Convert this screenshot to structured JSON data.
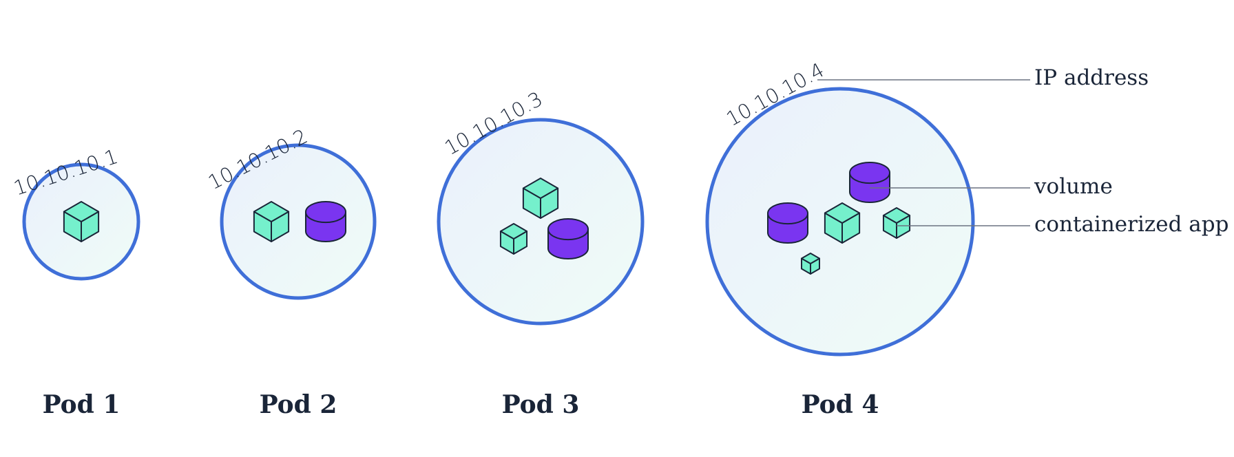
{
  "colors": {
    "pod_border": "#3f6fd8",
    "pod_fill_start": "#eaf0fc",
    "pod_fill_end": "#effcf7",
    "container": "#75f0cc",
    "volume": "#7a35f0",
    "outline": "#1a2538",
    "text": "#1a2538"
  },
  "pods": [
    {
      "label": "Pod 1",
      "ip": "10.10.10.1",
      "containers": 1,
      "volumes": 0
    },
    {
      "label": "Pod 2",
      "ip": "10.10.10.2",
      "containers": 1,
      "volumes": 1
    },
    {
      "label": "Pod 3",
      "ip": "10.10.10.3",
      "containers": 2,
      "volumes": 1
    },
    {
      "label": "Pod 4",
      "ip": "10.10.10.4",
      "containers": 3,
      "volumes": 2
    }
  ],
  "legend": {
    "ip_address": "IP address",
    "volume": "volume",
    "containerized_app": "containerized app"
  },
  "icons": {
    "container": "cube-icon",
    "volume": "cylinder-icon"
  }
}
